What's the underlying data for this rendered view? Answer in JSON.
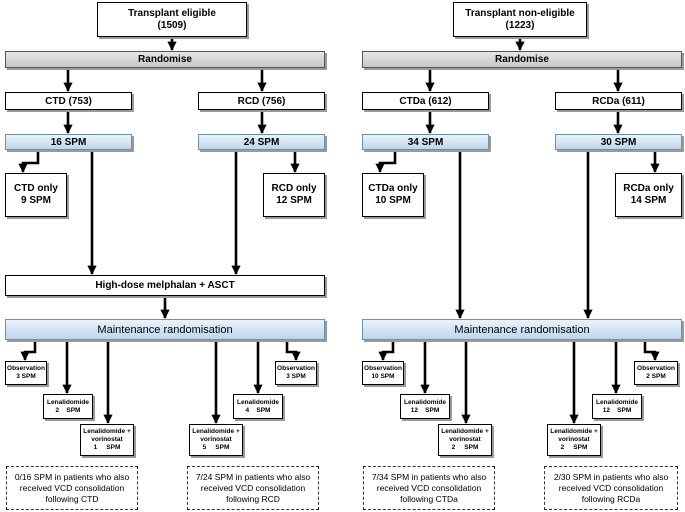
{
  "left": {
    "eligible": {
      "title": "Transplant eligible",
      "count": "(1509)"
    },
    "randomise": "Randomise",
    "ctd": "CTD (753)",
    "rcd": "RCD (756)",
    "ctd_spm": "16 SPM",
    "rcd_spm": "24 SPM",
    "ctd_only": {
      "title": "CTD only",
      "spm": "9 SPM"
    },
    "rcd_only": {
      "title": "RCD only",
      "spm": "12 SPM"
    },
    "asct": "High-dose melphalan + ASCT",
    "maintenance": "Maintenance randomisation",
    "obs1": {
      "title": "Observation",
      "spm": "3 SPM"
    },
    "len1": {
      "title": "Lenalidomide",
      "spm": "2    SPM"
    },
    "lv1": {
      "title": "Lenalidomide +",
      "sub": "vorinostat",
      "spm": "1     SPM"
    },
    "obs2": {
      "title": "Observation",
      "spm": "3 SPM"
    },
    "len2": {
      "title": "Lenalidomide",
      "spm": "4    SPM"
    },
    "lv2": {
      "title": "Lenalidomide +",
      "sub": "vorinostat",
      "spm": "5     SPM"
    },
    "note1": "0/16 SPM in patients who also received VCD consolidation following CTD",
    "note2": "7/24 SPM in patients who also received VCD consolidation following RCD"
  },
  "right": {
    "noneligible": {
      "title": "Transplant non-eligible",
      "count": "(1223)"
    },
    "randomise": "Randomise",
    "ctda": "CTDa (612)",
    "rcda": "RCDa (611)",
    "ctda_spm": "34 SPM",
    "rcda_spm": "30 SPM",
    "ctda_only": {
      "title": "CTDa only",
      "spm": "10 SPM"
    },
    "rcda_only": {
      "title": "RCDa only",
      "spm": "14 SPM"
    },
    "maintenance": "Maintenance randomisation",
    "obs1": {
      "title": "Observation",
      "spm": "10 SPM"
    },
    "len1": {
      "title": "Lenalidomide",
      "spm": "12    SPM"
    },
    "lv1": {
      "title": "Lenalidomide +",
      "sub": "vorinostat",
      "spm": "2     SPM"
    },
    "obs2": {
      "title": "Observation",
      "spm": "2 SPM"
    },
    "len2": {
      "title": "Lenalidomide",
      "spm": "12    SPM"
    },
    "lv2": {
      "title": "Lenalidomide +",
      "sub": "vorinostat",
      "spm": "2     SPM"
    },
    "note1": "7/34 SPM in patients who also received VCD consolidation following CTDa",
    "note2": "2/30 SPM in patients who also received VCD consolidation following RCDa"
  }
}
